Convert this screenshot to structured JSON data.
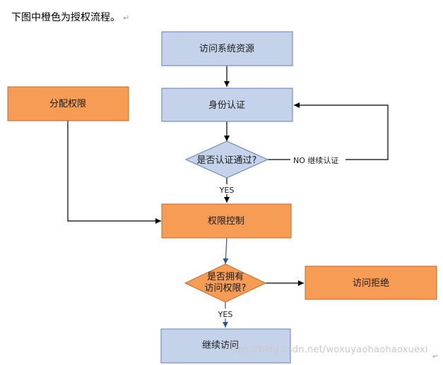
{
  "intro_text": "下图中橙色为授权流程。",
  "return_mark": "↵",
  "colors": {
    "blue_fill": "#c5d3ea",
    "blue_stroke": "#5d7fb8",
    "orange_fill": "#f79c55",
    "orange_stroke": "#c46a28",
    "line": "#000000",
    "blue_arrow": "#2f5597"
  },
  "nodes": {
    "access_resource": "访问系统资源",
    "identity_auth": "身份认证",
    "auth_passed": "是否认证通过?",
    "assign_permission": "分配权限",
    "permission_control": "权限控制",
    "has_permission_line1": "是否拥有",
    "has_permission_line2": "访问权限?",
    "access_denied": "访问拒绝",
    "continue_access": "继续访问"
  },
  "edges": {
    "no_continue_auth": "NO 继续认证",
    "yes_1": "YES",
    "yes_2": "YES"
  },
  "watermark": "https://blog.csdn.net/woxuyaohaohaoxuexi"
}
